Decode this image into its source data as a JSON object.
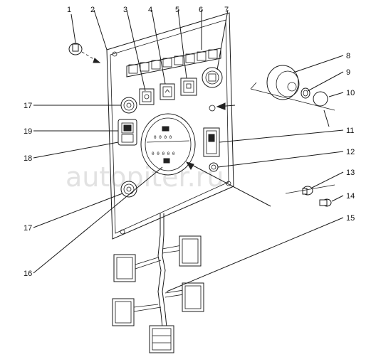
{
  "watermark": "autopiter.ru",
  "callouts": [
    "1",
    "2",
    "3",
    "4",
    "5",
    "6",
    "7",
    "8",
    "9",
    "10",
    "11",
    "12",
    "13",
    "14",
    "15",
    "16",
    "17",
    "17",
    "18",
    "19"
  ],
  "gauge": {
    "upper_digits": "0 0 0 0",
    "lower_digits": "0 0 0 0 0"
  },
  "colors": {
    "line": "#1a1a1a",
    "background": "#ffffff",
    "watermark": "#e2e2e2"
  }
}
